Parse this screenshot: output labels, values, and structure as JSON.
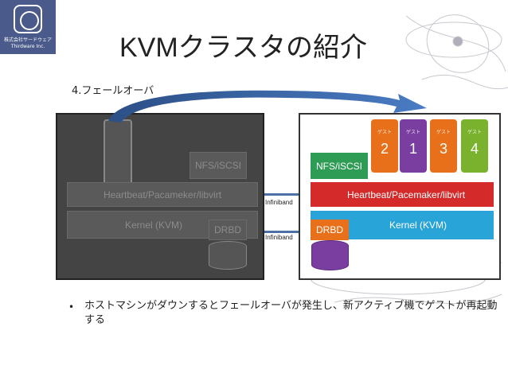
{
  "logo": {
    "line1": "株式会社サードウェア",
    "line2": "Thirdware Inc."
  },
  "slide": {
    "title": "KVMクラスタの紹介",
    "subtitle": "4.フェールオーバ",
    "bullet": "ホストマシンがダウンするとフェールオーバが発生し、新アクティブ機でゲストが再起動する"
  },
  "left_host": {
    "nfs": "NFS/iSCSI",
    "heartbeat": "Heartbeat/Pacameker/libvirt",
    "kernel": "Kernel (KVM)",
    "drbd": "DRBD"
  },
  "right_host": {
    "nfs": "NFS/iSCSI",
    "heartbeat": "Heartbeat/Pacemaker/libvirt",
    "kernel": "Kernel (KVM)",
    "drbd": "DRBD",
    "guests": [
      {
        "label": "ゲスト",
        "number": "2",
        "color": "#e8701a"
      },
      {
        "label": "ゲスト",
        "number": "1",
        "color": "#7a3da0"
      },
      {
        "label": "ゲスト",
        "number": "3",
        "color": "#e8701a"
      },
      {
        "label": "ゲスト",
        "number": "4",
        "color": "#7ab22e"
      }
    ]
  },
  "links": {
    "top": "Infiniband",
    "bottom": "Infiniband"
  },
  "colors": {
    "heartbeat": "#d42a2a",
    "kernel": "#28a4d8",
    "nfs": "#2f9c55",
    "drbd": "#e8701a",
    "link": "#4c6fa6"
  }
}
